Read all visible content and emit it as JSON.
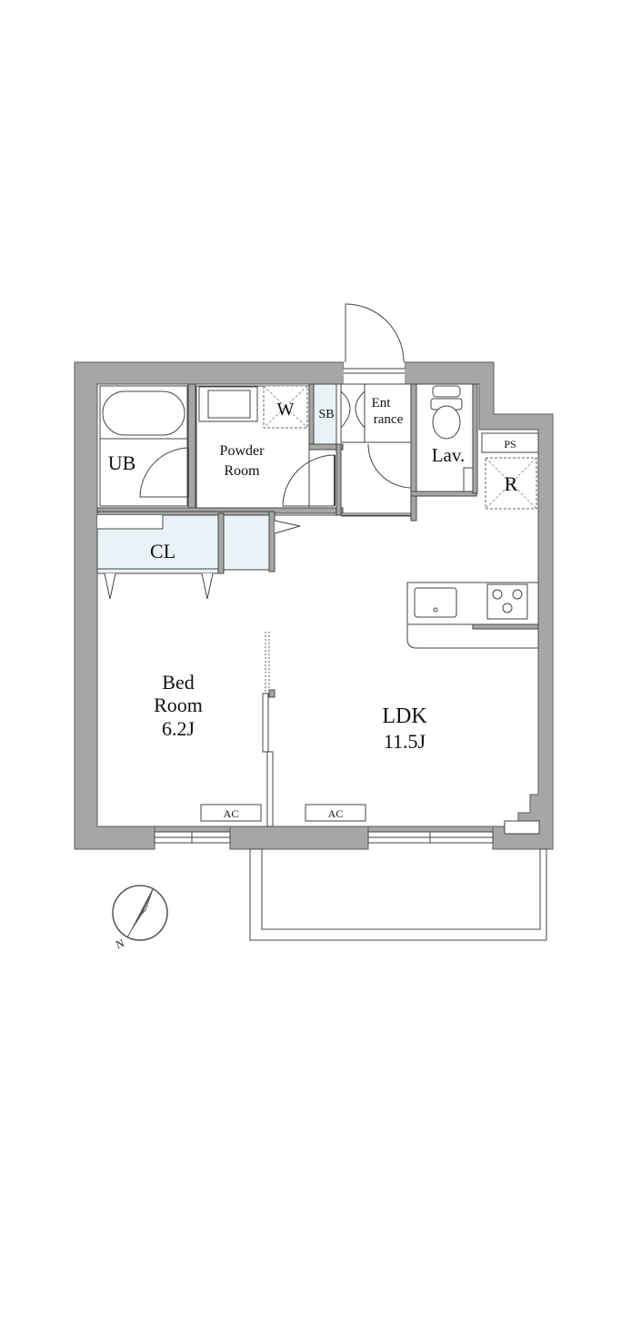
{
  "colors": {
    "wall": "#a6a7a5",
    "wall_outline": "#5a5a5a",
    "storage_fill": "#e9f3f7",
    "line": "#444444",
    "background": "#ffffff"
  },
  "rooms": {
    "ub": "UB",
    "powder_line1": "Powder",
    "powder_line2": "Room",
    "w": "W",
    "sb": "SB",
    "entrance_line1": "Ent",
    "entrance_line2": "rance",
    "lav": "Lav.",
    "ps": "PS",
    "r": "R",
    "cl": "CL",
    "bed_line1": "Bed",
    "bed_line2": "Room",
    "bed_size": "6.2J",
    "ldk": "LDK",
    "ldk_size": "11.5J",
    "ac_bed": "AC",
    "ac_ldk": "AC"
  },
  "compass": {
    "north": "N",
    "icon": "compass-icon"
  }
}
